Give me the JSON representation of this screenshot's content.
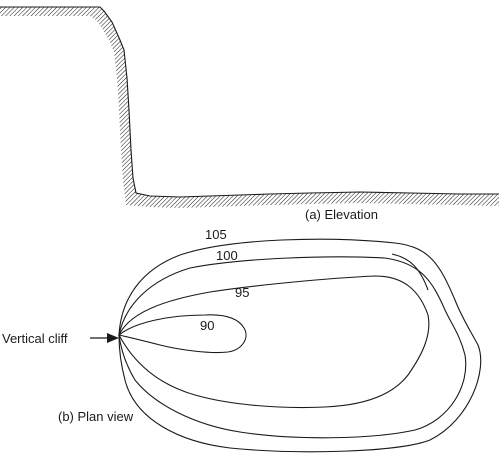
{
  "diagram": {
    "elevation_caption": "(a) Elevation",
    "plan_caption": "(b) Plan view",
    "cliff_label": "Vertical cliff",
    "contours": [
      {
        "label": "105"
      },
      {
        "label": "100"
      },
      {
        "label": "95"
      },
      {
        "label": "90"
      }
    ]
  }
}
